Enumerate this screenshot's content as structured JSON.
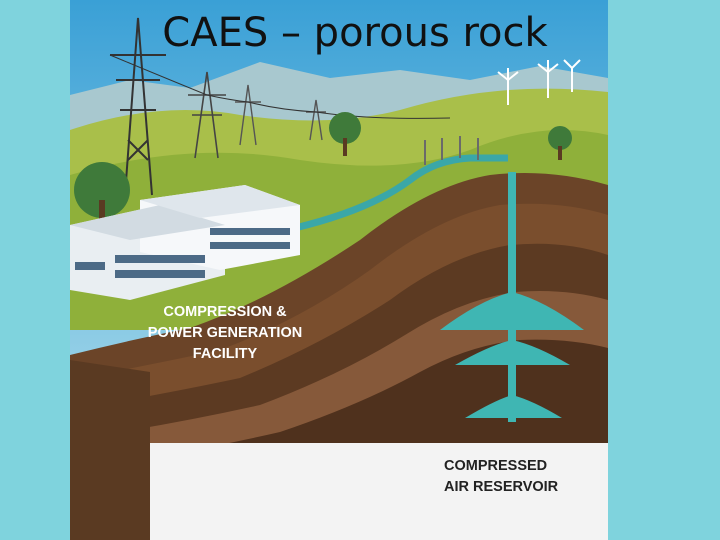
{
  "slide": {
    "title": "CAES – porous rock"
  },
  "diagram": {
    "facility_label_lines": [
      "COMPRESSION &",
      "POWER GENERATION",
      "FACILITY"
    ],
    "reservoir_label_lines": [
      "COMPRESSED",
      "AIR RESERVOIR"
    ]
  },
  "colors": {
    "slide_background": "#7fd3dd",
    "sky": "#6ec3d6",
    "hills": "#93b43a",
    "soil_dark": "#5a3a22",
    "soil_light": "#8a5a36",
    "air": "#3fb6b3",
    "ground_base": "#f2f2f2"
  }
}
